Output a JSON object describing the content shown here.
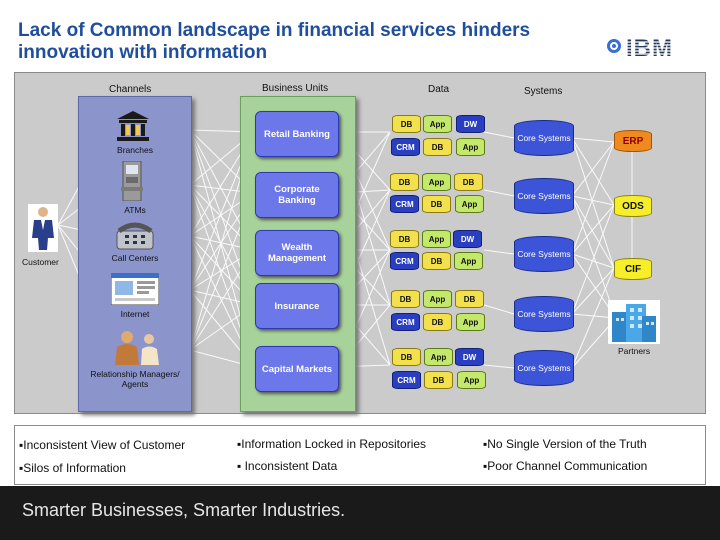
{
  "slide": {
    "title": "Lack of Common landscape in financial services hinders innovation with information",
    "logo_text": "IBM",
    "footer": "Smarter Businesses, Smarter Industries."
  },
  "columns": {
    "channels": "Channels",
    "business_units": "Business Units",
    "data": "Data",
    "systems": "Systems"
  },
  "customer_label": "Customer",
  "channels": [
    "Branches",
    "ATMs",
    "Call Centers",
    "Internet",
    "Relationship Managers/ Agents"
  ],
  "business_units": [
    "Retail Banking",
    "Corporate Banking",
    "Wealth Management",
    "Insurance",
    "Capital Markets"
  ],
  "data_rows": [
    {
      "top": [
        "DB",
        "App",
        "DW"
      ],
      "bottom": [
        "CRM",
        "DB",
        "App"
      ],
      "core": "Core Systems"
    },
    {
      "top": [
        "DB",
        "App",
        "DB"
      ],
      "bottom": [
        "CRM",
        "DB",
        "App"
      ],
      "core": "Core Systems"
    },
    {
      "top": [
        "DB",
        "App",
        "DW"
      ],
      "bottom": [
        "CRM",
        "DB",
        "App"
      ],
      "core": "Core Systems"
    },
    {
      "top": [
        "DB",
        "App",
        "DB"
      ],
      "bottom": [
        "CRM",
        "DB",
        "App"
      ],
      "core": "Core Systems"
    },
    {
      "top": [
        "DB",
        "App",
        "DW"
      ],
      "bottom": [
        "CRM",
        "DB",
        "App"
      ],
      "core": "Core Systems"
    }
  ],
  "systems": {
    "erp": "ERP",
    "ods": "ODS",
    "cif": "CIF",
    "partners": "Partners"
  },
  "issues": [
    [
      "Inconsistent View of Customer",
      "Silos of Information"
    ],
    [
      "Information Locked in Repositories",
      " Inconsistent Data"
    ],
    [
      "No Single Version of the Truth",
      "Poor Channel Communication"
    ]
  ],
  "colors": {
    "title": "#1f4e9c",
    "bu_box": "#6c78ea",
    "channels_bg": "#8c94cc",
    "bu_bg": "#a7d39a",
    "erp": "#f08a1e",
    "ods_cif": "#f7ee2a"
  }
}
